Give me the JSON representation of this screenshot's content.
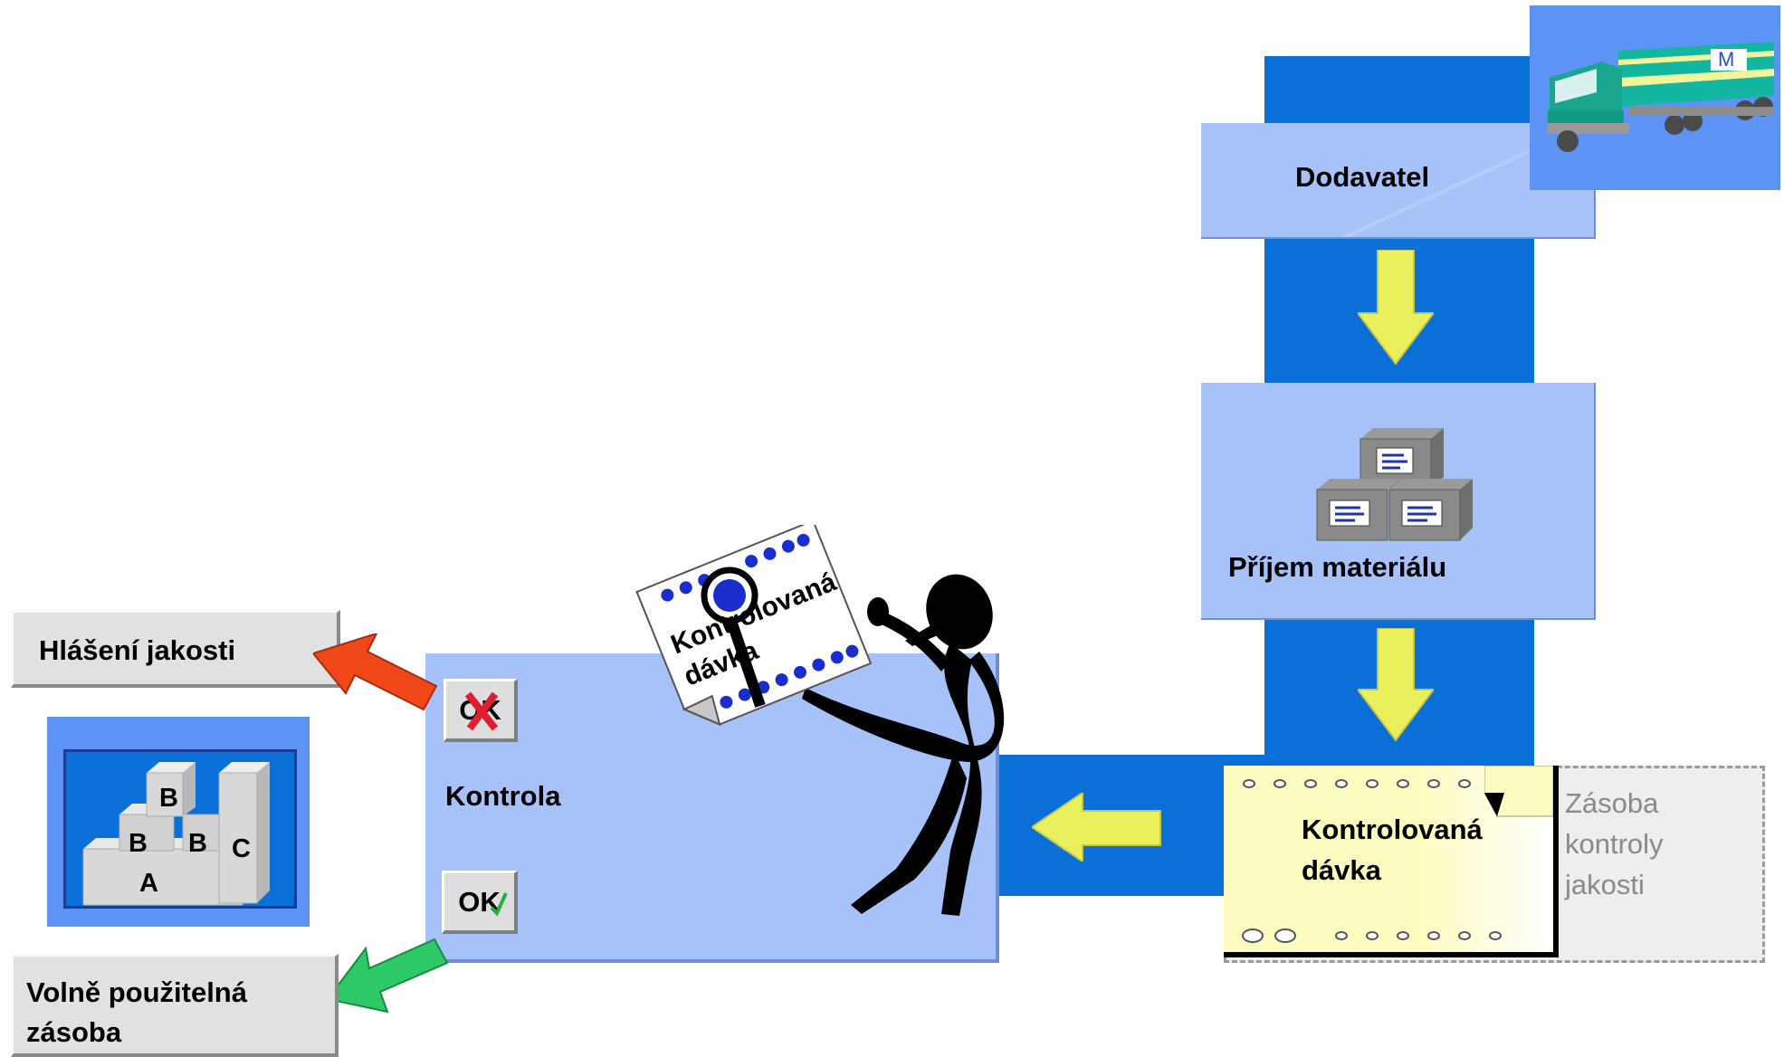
{
  "nodes": {
    "supplier": "Dodavatel",
    "goods_receipt": "Příjem materiálu",
    "inspection_lot": "Kontrolovaná dávka",
    "inspection": "Kontrola",
    "quality_notification": "Hlášení jakosti",
    "unrestricted_stock": "Volně použitelná zásoba",
    "qi_stock": "Zásoba kontroly jakosti"
  },
  "truck_logo": "M",
  "ok_buttons": {
    "rejected": "OK",
    "accepted": "OK"
  },
  "document_label": "Kontrolovaná dávka",
  "stock_bins": [
    "B",
    "B",
    "B",
    "C",
    "A"
  ],
  "colors": {
    "dark_blue": "#0a70d8",
    "light_panel": "#a6c2f8",
    "yellow_arrow": "#e9f05c",
    "red_arrow": "#f04818",
    "green_arrow": "#2ec866",
    "lot_note": "#fdfcc0"
  }
}
